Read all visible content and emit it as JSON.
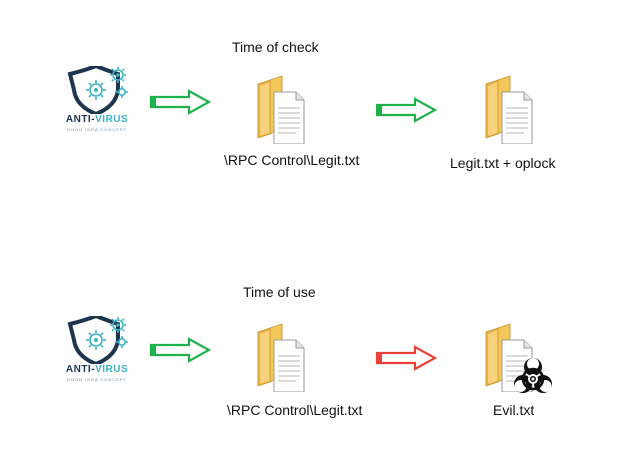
{
  "colors": {
    "green_arrow": "#1fb24a",
    "red_arrow": "#e8413a",
    "shield_navy": "#1d3550",
    "virus_teal": "#3bb3c3",
    "folder_yellow": "#f3c75a"
  },
  "antivirus": {
    "name_part1": "ANTI",
    "name_sep": "-",
    "name_part2": "VIRUS",
    "tagline": "GOOD IDEA CONCEPT"
  },
  "check": {
    "title": "Time of check",
    "file_label": "\\RPC Control\\Legit.txt",
    "target_label": "Legit.txt + oplock"
  },
  "use": {
    "title": "Time of use",
    "file_label": "\\RPC Control\\Legit.txt",
    "target_label": "Evil.txt"
  },
  "icons": [
    "antivirus-shield-icon",
    "folder-document-icon",
    "biohazard-icon",
    "arrow-right-icon"
  ]
}
